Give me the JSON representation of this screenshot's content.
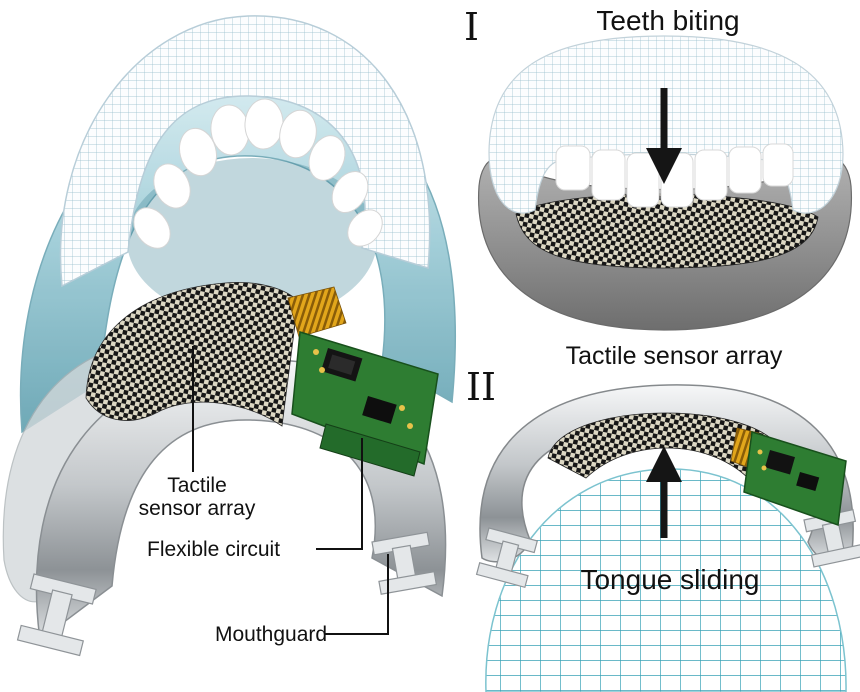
{
  "figure": {
    "left_panel": {
      "label_tactile_line1": "Tactile",
      "label_tactile_line2": "sensor array",
      "label_flexible_circuit": "Flexible circuit",
      "label_mouthguard": "Mouthguard"
    },
    "panel_i": {
      "numeral": "I",
      "title": "Teeth biting"
    },
    "panel_ii": {
      "numeral": "II",
      "title": "Tactile sensor array",
      "caption": "Tongue sliding"
    },
    "colors": {
      "arrow": "#151515",
      "label_text": "#111111",
      "pcb_green": "#2e7d32",
      "pcb_dark": "#18501c",
      "connector_gold": "#d69216",
      "teal_guard": "#9ccbd6",
      "tongue_grid_teal": "#38a2b6",
      "sensor_black": "#161616",
      "sensor_cream": "#ddd8c4",
      "silver": "#c3c7ca"
    }
  }
}
